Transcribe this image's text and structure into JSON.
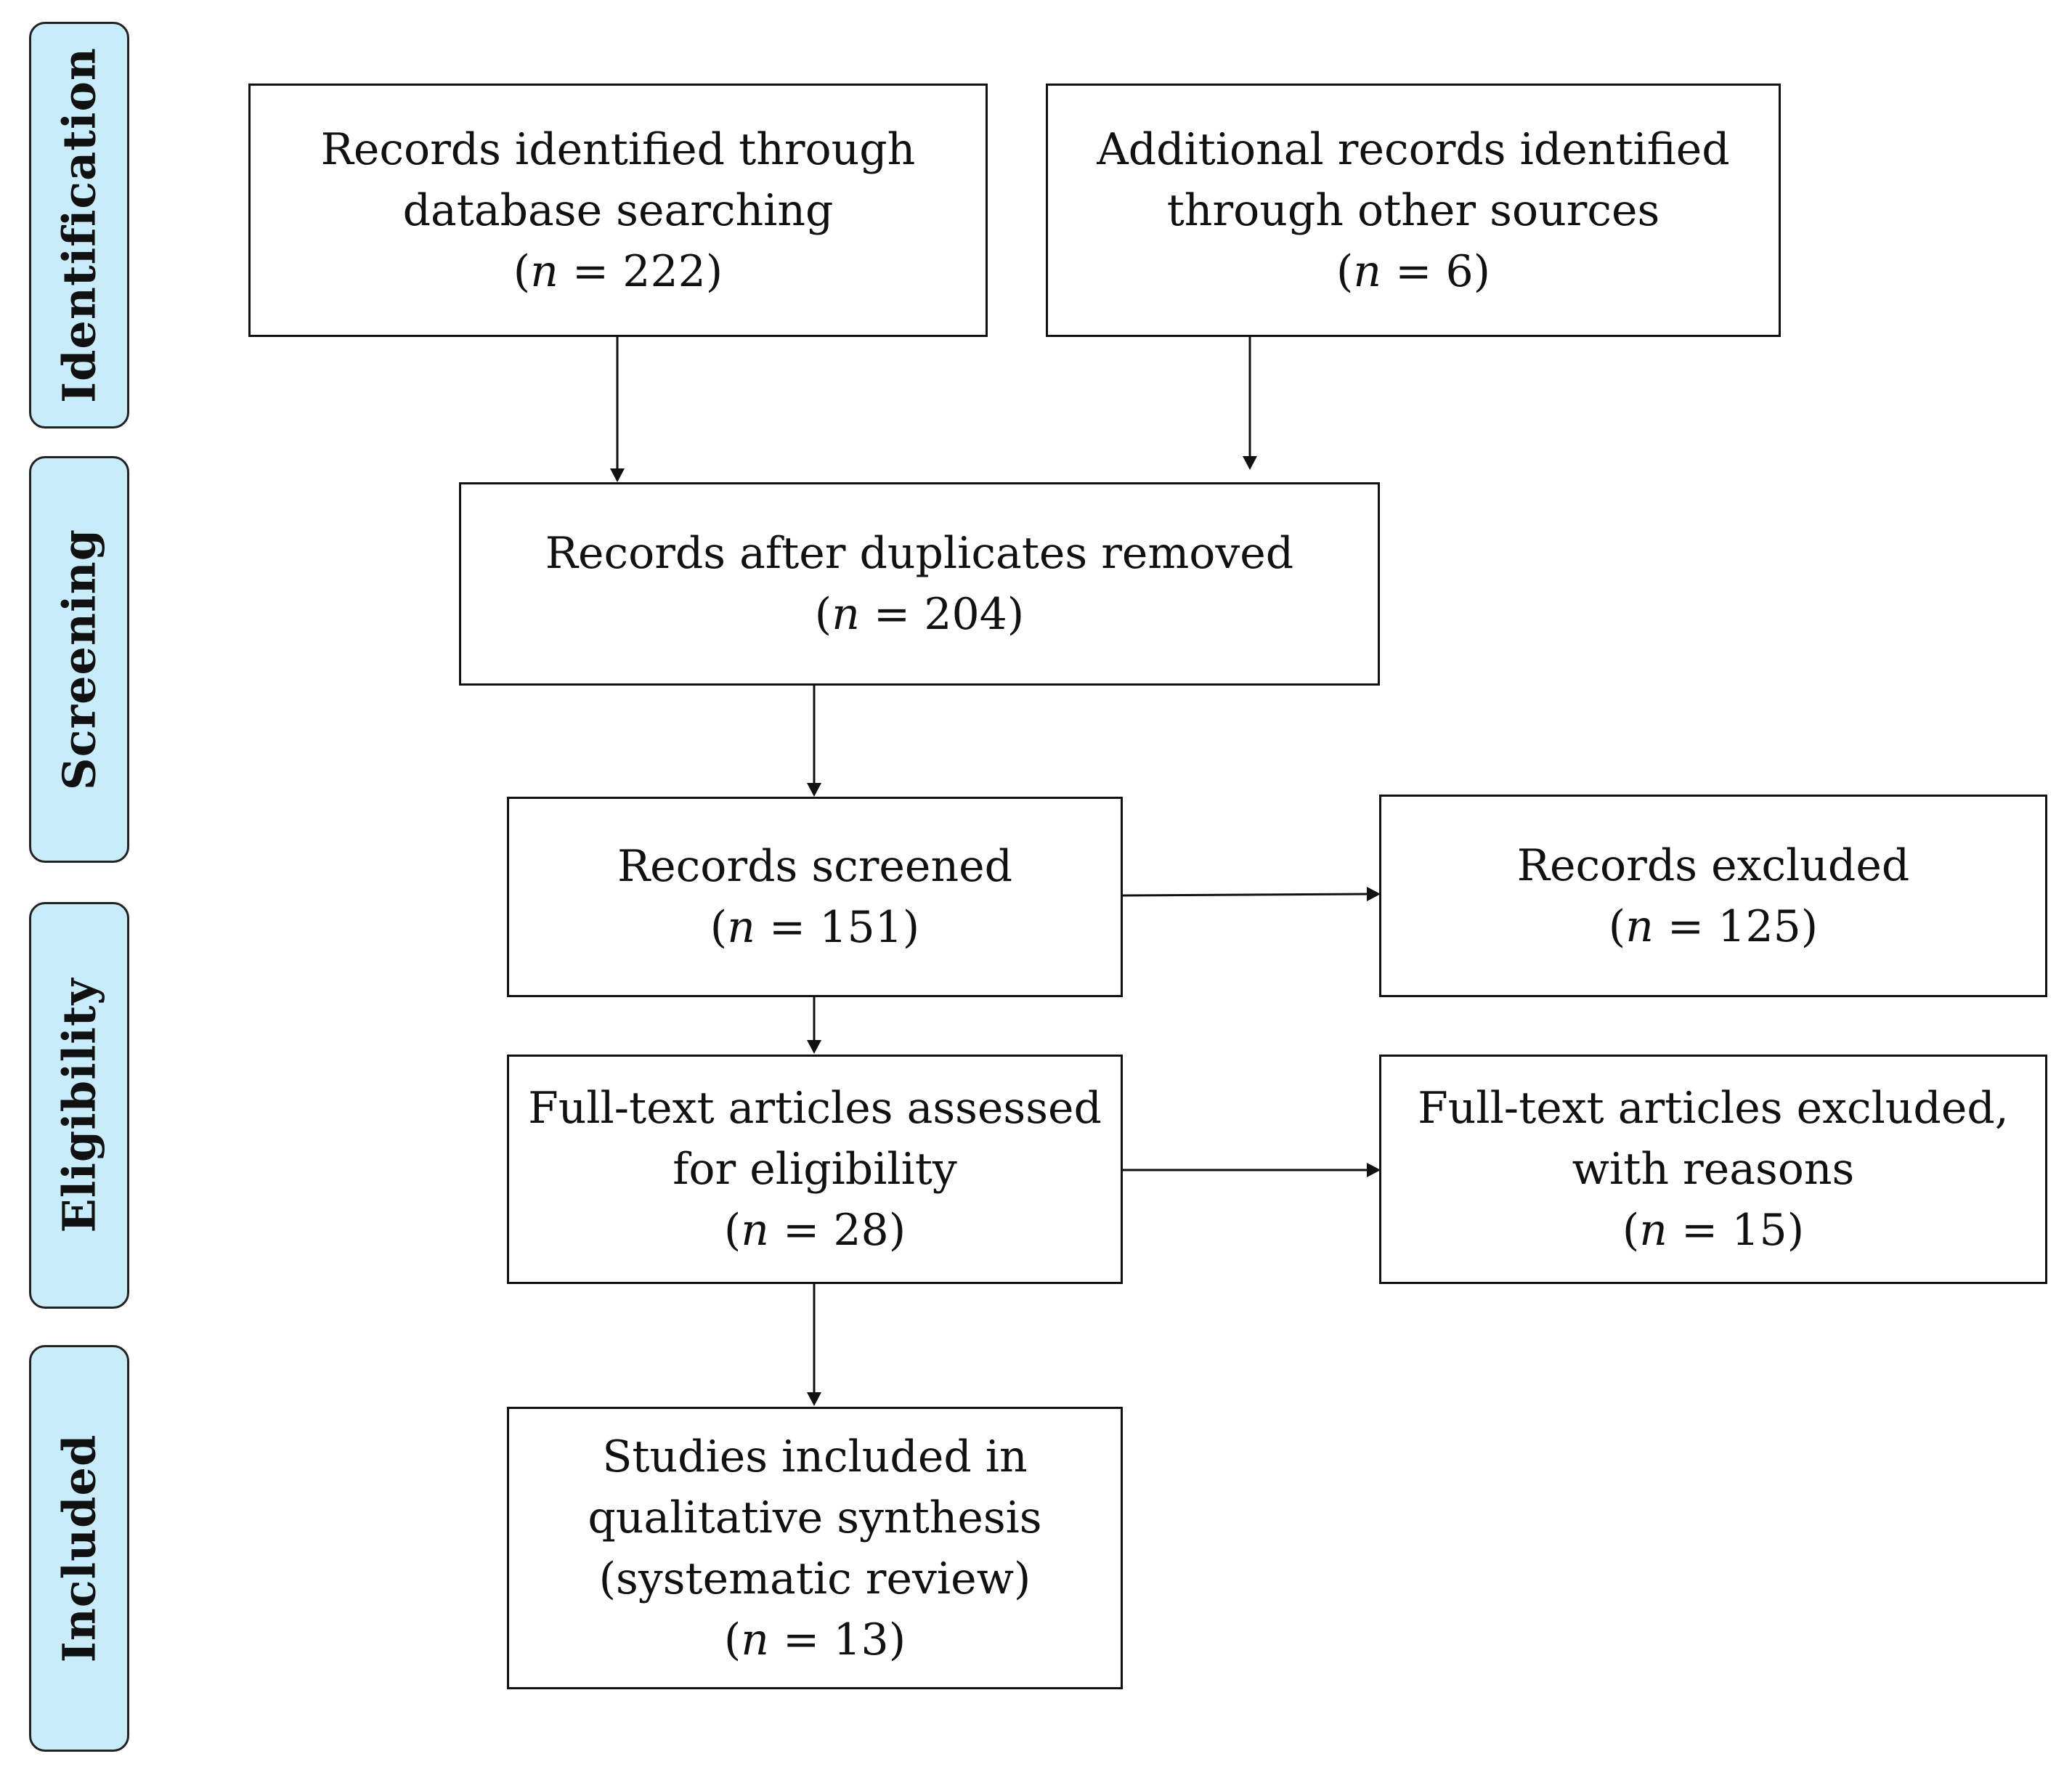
{
  "stages": [
    {
      "id": "identification",
      "label": "Identification"
    },
    {
      "id": "screening",
      "label": "Screening"
    },
    {
      "id": "eligibility",
      "label": "Eligibility"
    },
    {
      "id": "included",
      "label": "Included"
    }
  ],
  "boxes": {
    "database_records": {
      "lines": [
        "Records identified through",
        "database searching"
      ],
      "n_symbol": "n",
      "n_value": "222"
    },
    "other_sources": {
      "lines": [
        "Additional records identified",
        "through other sources"
      ],
      "n_symbol": "n",
      "n_value": "6"
    },
    "after_duplicates": {
      "lines": [
        "Records after duplicates removed"
      ],
      "n_symbol": "n",
      "n_value": "204"
    },
    "screened": {
      "lines": [
        "Records screened"
      ],
      "n_symbol": "n",
      "n_value": "151"
    },
    "excluded": {
      "lines": [
        "Records excluded"
      ],
      "n_symbol": "n",
      "n_value": "125"
    },
    "fulltext_assessed": {
      "lines": [
        "Full-text articles assessed",
        "for eligibility"
      ],
      "n_symbol": "n",
      "n_value": "28"
    },
    "fulltext_excluded": {
      "lines": [
        "Full-text articles excluded,",
        "with reasons"
      ],
      "n_symbol": "n",
      "n_value": "15"
    },
    "included_studies": {
      "lines": [
        "Studies included in",
        "qualitative synthesis",
        "(systematic review)"
      ],
      "n_symbol": "n",
      "n_value": "13"
    }
  },
  "colors": {
    "stage_fill": "#c9ecfa",
    "border": "#111111",
    "text": "#111111"
  }
}
